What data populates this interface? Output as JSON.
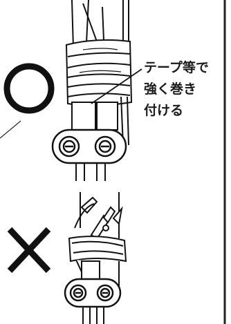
{
  "correct": {
    "symbol": "○",
    "annotation": {
      "line1": "テープ等で",
      "line2": "強く巻き",
      "line3": "付ける"
    }
  },
  "incorrect": {
    "symbol": "×"
  }
}
